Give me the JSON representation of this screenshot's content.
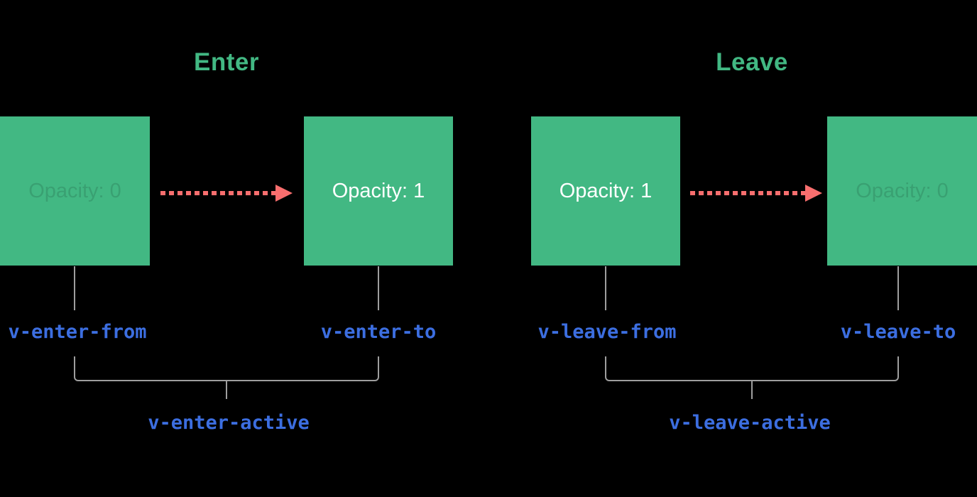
{
  "colors": {
    "green": "#42b883",
    "red": "#f86e6e",
    "blue": "#3c6ee0",
    "gray": "#9e9e9e",
    "white": "#ffffff",
    "bg": "#000000"
  },
  "enter": {
    "title": "Enter",
    "from_box_label": "Opacity: 0",
    "to_box_label": "Opacity: 1",
    "from_class": "v-enter-from",
    "to_class": "v-enter-to",
    "active_class": "v-enter-active"
  },
  "leave": {
    "title": "Leave",
    "from_box_label": "Opacity: 1",
    "to_box_label": "Opacity: 0",
    "from_class": "v-leave-from",
    "to_class": "v-leave-to",
    "active_class": "v-leave-active"
  }
}
